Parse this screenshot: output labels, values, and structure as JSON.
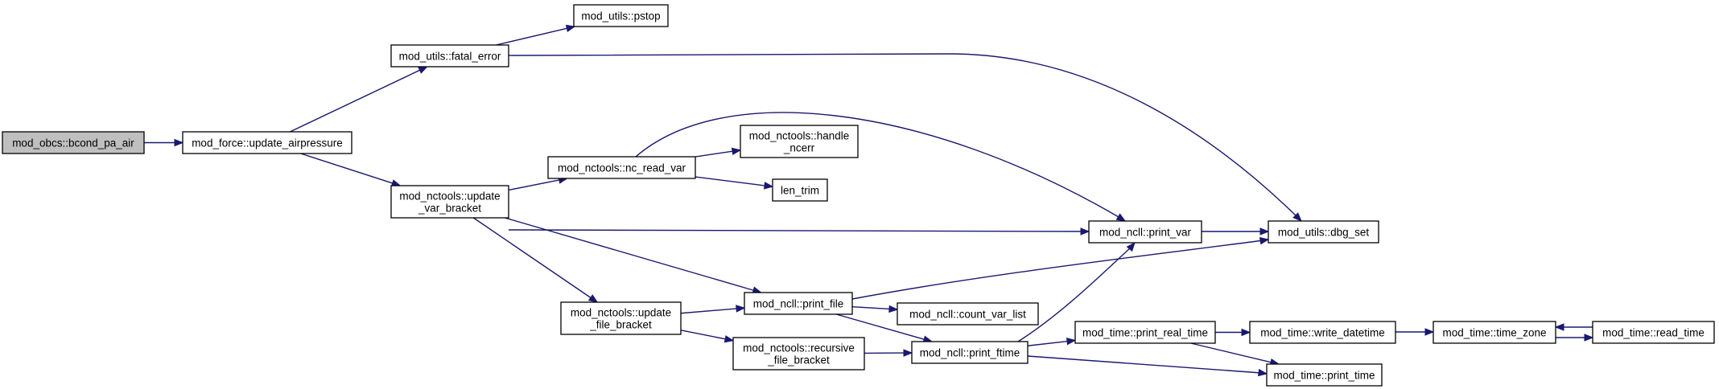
{
  "graph": {
    "nodes": {
      "bcond": {
        "lines": [
          "mod_obcs::bcond_pa_air"
        ]
      },
      "update_airpressure": {
        "lines": [
          "mod_force::update_airpressure"
        ]
      },
      "fatal_error": {
        "lines": [
          "mod_utils::fatal_error"
        ]
      },
      "pstop": {
        "lines": [
          "mod_utils::pstop"
        ]
      },
      "nc_read_var": {
        "lines": [
          "mod_nctools::nc_read_var"
        ]
      },
      "handle_ncerr": {
        "lines": [
          "mod_nctools::handle",
          "_ncerr"
        ]
      },
      "len_trim": {
        "lines": [
          "len_trim"
        ]
      },
      "update_var_bracket": {
        "lines": [
          "mod_nctools::update",
          "_var_bracket"
        ]
      },
      "print_var": {
        "lines": [
          "mod_ncll::print_var"
        ]
      },
      "dbg_set": {
        "lines": [
          "mod_utils::dbg_set"
        ]
      },
      "update_file_bracket": {
        "lines": [
          "mod_nctools::update",
          "_file_bracket"
        ]
      },
      "print_file": {
        "lines": [
          "mod_ncll::print_file"
        ]
      },
      "count_var_list": {
        "lines": [
          "mod_ncll::count_var_list"
        ]
      },
      "recursive_file_bracket": {
        "lines": [
          "mod_nctools::recursive",
          "_file_bracket"
        ]
      },
      "print_ftime": {
        "lines": [
          "mod_ncll::print_ftime"
        ]
      },
      "print_real_time": {
        "lines": [
          "mod_time::print_real_time"
        ]
      },
      "write_datetime": {
        "lines": [
          "mod_time::write_datetime"
        ]
      },
      "time_zone": {
        "lines": [
          "mod_time::time_zone"
        ]
      },
      "read_time": {
        "lines": [
          "mod_time::read_time"
        ]
      },
      "print_time": {
        "lines": [
          "mod_time::print_time"
        ]
      }
    },
    "edges": [
      {
        "from": "bcond",
        "to": "update_airpressure"
      },
      {
        "from": "update_airpressure",
        "to": "fatal_error"
      },
      {
        "from": "update_airpressure",
        "to": "update_var_bracket"
      },
      {
        "from": "fatal_error",
        "to": "pstop"
      },
      {
        "from": "fatal_error",
        "to": "dbg_set"
      },
      {
        "from": "update_var_bracket",
        "to": "nc_read_var"
      },
      {
        "from": "update_var_bracket",
        "to": "print_var"
      },
      {
        "from": "update_var_bracket",
        "to": "print_file"
      },
      {
        "from": "update_var_bracket",
        "to": "update_file_bracket"
      },
      {
        "from": "nc_read_var",
        "to": "handle_ncerr"
      },
      {
        "from": "nc_read_var",
        "to": "len_trim"
      },
      {
        "from": "nc_read_var",
        "to": "print_var"
      },
      {
        "from": "print_var",
        "to": "dbg_set"
      },
      {
        "from": "print_file",
        "to": "dbg_set"
      },
      {
        "from": "print_file",
        "to": "count_var_list"
      },
      {
        "from": "print_file",
        "to": "print_ftime"
      },
      {
        "from": "update_file_bracket",
        "to": "print_file"
      },
      {
        "from": "update_file_bracket",
        "to": "recursive_file_bracket"
      },
      {
        "from": "recursive_file_bracket",
        "to": "print_ftime"
      },
      {
        "from": "print_ftime",
        "to": "print_var"
      },
      {
        "from": "print_ftime",
        "to": "print_real_time"
      },
      {
        "from": "print_ftime",
        "to": "print_time"
      },
      {
        "from": "print_real_time",
        "to": "write_datetime"
      },
      {
        "from": "print_real_time",
        "to": "print_time"
      },
      {
        "from": "write_datetime",
        "to": "time_zone"
      },
      {
        "from": "read_time",
        "to": "time_zone"
      },
      {
        "from": "time_zone",
        "to": "read_time"
      }
    ]
  },
  "colors": {
    "edge": "#191970",
    "root_fill": "#bfbfbf",
    "node_fill": "#ffffff",
    "node_stroke": "#000000"
  }
}
